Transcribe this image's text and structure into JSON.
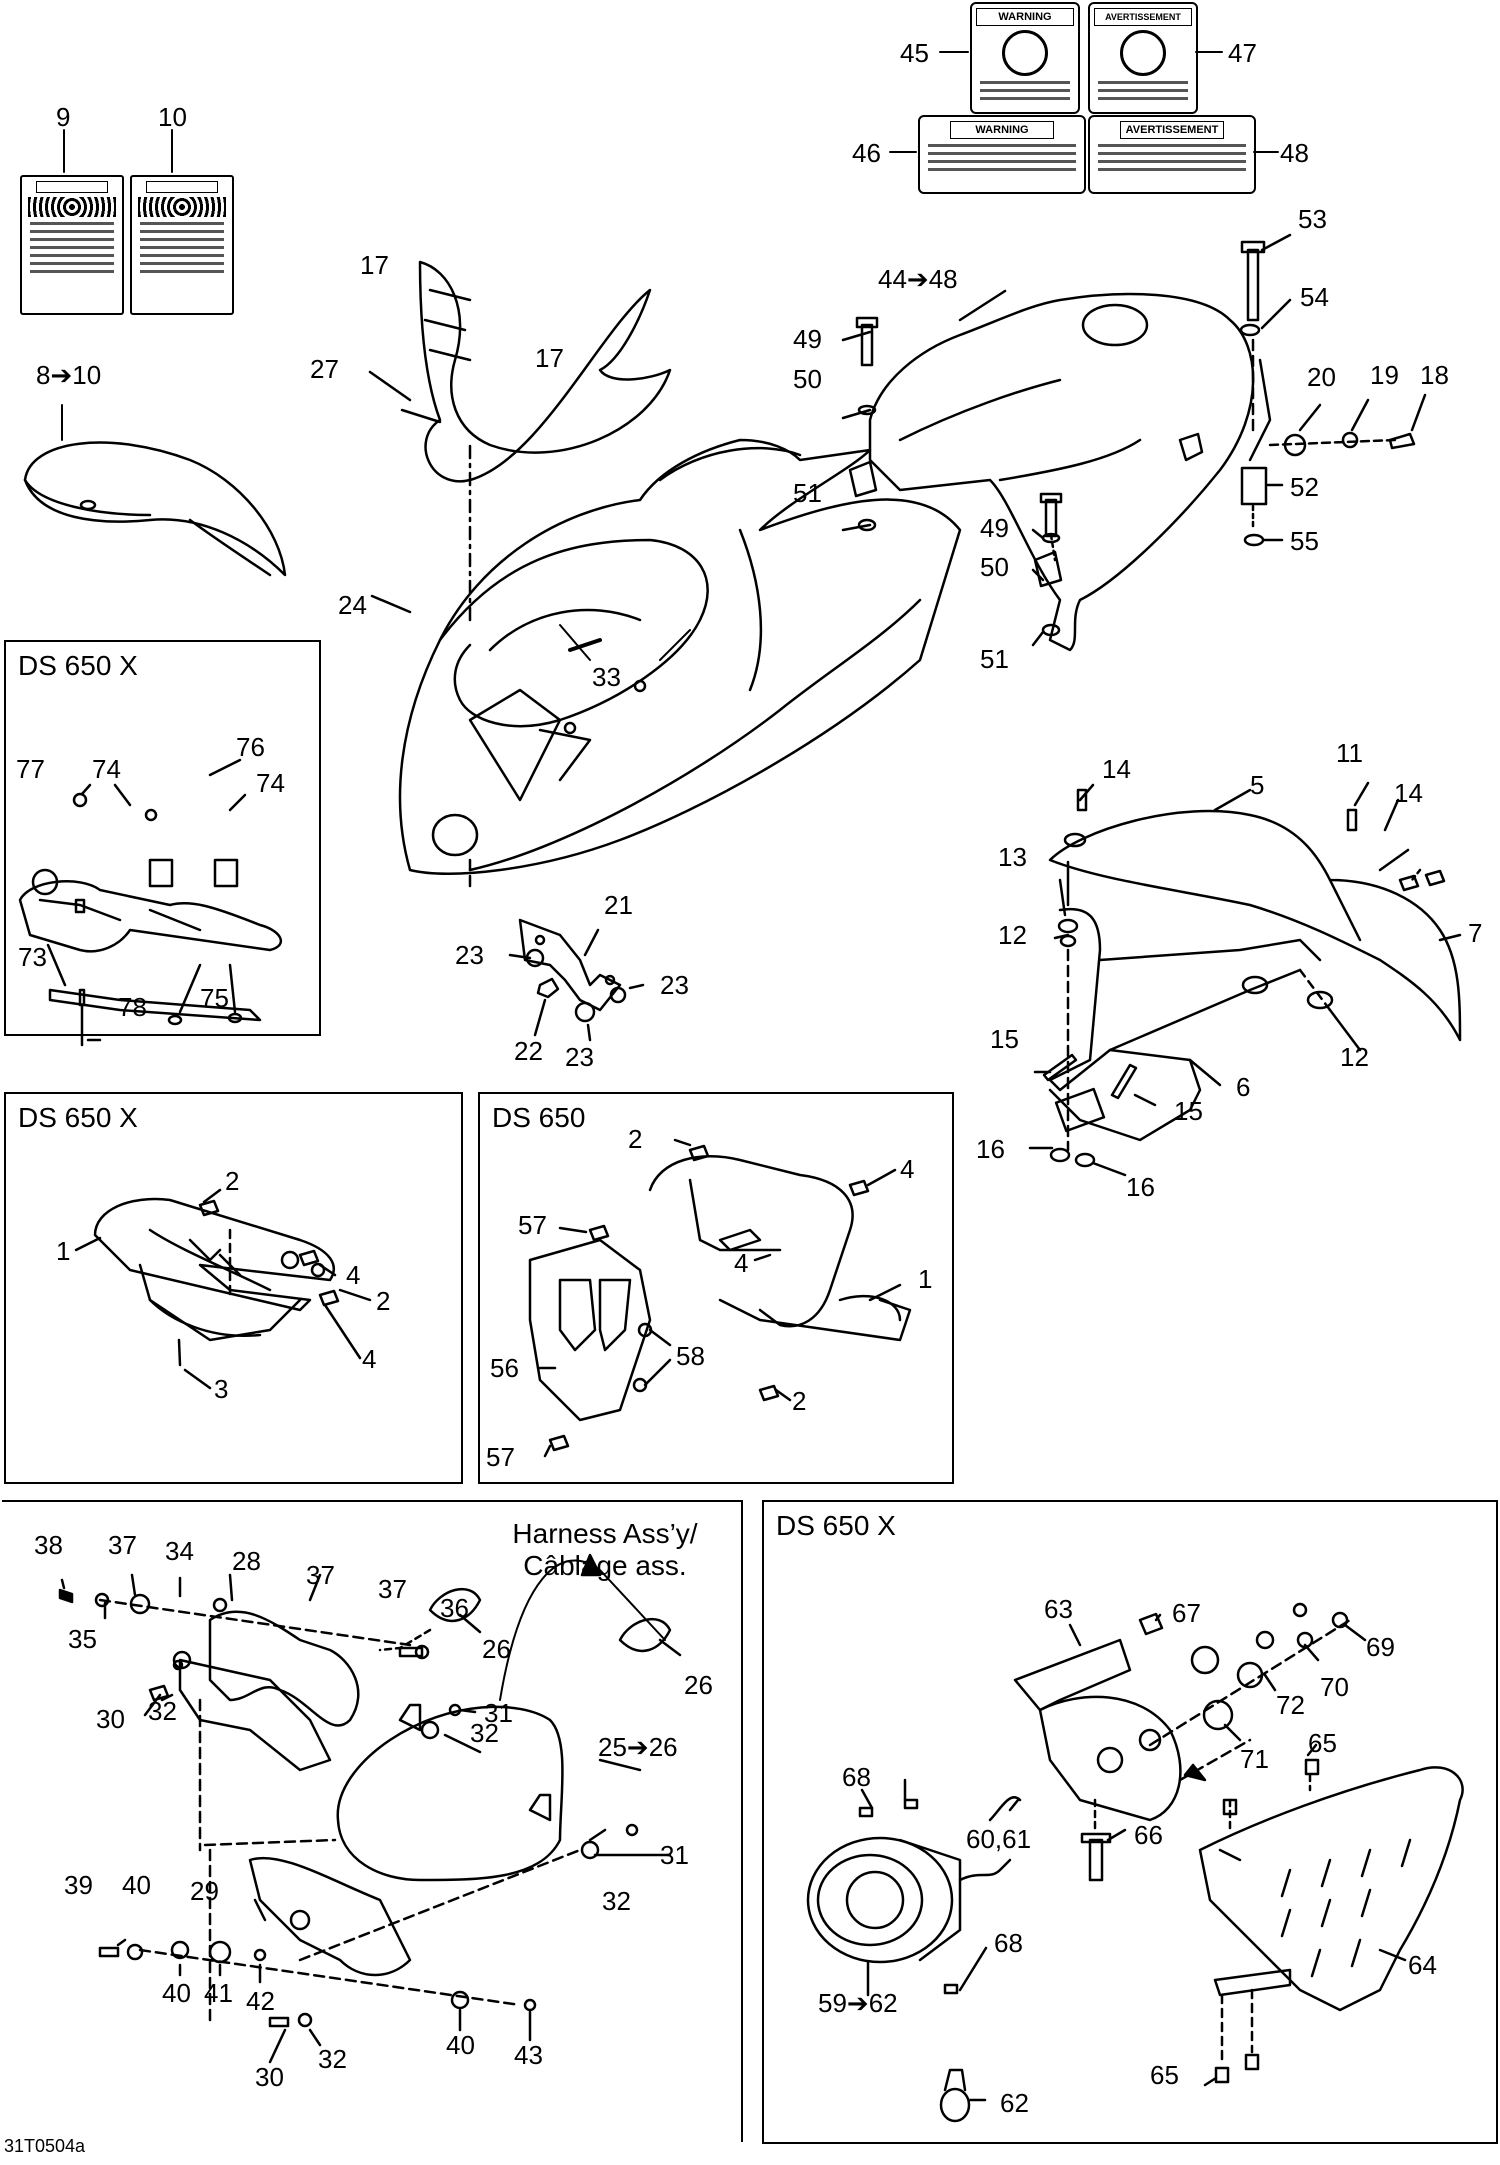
{
  "panels": {
    "ds650x_a": "DS 650 X",
    "ds650x_b": "DS 650 X",
    "ds650": "DS 650",
    "ds650x_c": "DS 650 X"
  },
  "decals": {
    "warning": "WARNING",
    "avertissement": "AVERTISSEMENT"
  },
  "harness": {
    "line1": "Harness Ass’y/",
    "line2": "Câblage ass."
  },
  "figure_code": "31T0504a",
  "callouts": {
    "c45": "45",
    "c47": "47",
    "c46": "46",
    "c48": "48",
    "c9": "9",
    "c10": "10",
    "c8_10": "8➔10",
    "c17a": "17",
    "c17b": "17",
    "c27": "27",
    "c24": "24",
    "c33": "33",
    "c44_48": "44➔48",
    "c49a": "49",
    "c50a": "50",
    "c51a": "51",
    "c49b": "49",
    "c50b": "50",
    "c51b": "51",
    "c53": "53",
    "c54": "54",
    "c20": "20",
    "c19": "19",
    "c18": "18",
    "c52": "52",
    "c55": "55",
    "c77": "77",
    "c74a": "74",
    "c76": "76",
    "c74b": "74",
    "c73": "73",
    "c75": "75",
    "c78": "78",
    "c21": "21",
    "c23a": "23",
    "c23b": "23",
    "c22": "22",
    "c23c": "23",
    "c14a": "14",
    "c5": "5",
    "c11": "11",
    "c14b": "14",
    "c13": "13",
    "c12a": "12",
    "c7": "7",
    "c15a": "15",
    "c12b": "12",
    "c6": "6",
    "c15b": "15",
    "c16a": "16",
    "c16b": "16",
    "x_c2a": "2",
    "x_c1": "1",
    "x_c4a": "4",
    "x_c2b": "2",
    "x_c4b": "4",
    "x_c3": "3",
    "d_c2a": "2",
    "d_c4a": "4",
    "d_c57a": "57",
    "d_c4b": "4",
    "d_c1": "1",
    "d_c58": "58",
    "d_c56": "56",
    "d_c2b": "2",
    "d_c57b": "57",
    "h_c38": "38",
    "h_c37a": "37",
    "h_c34": "34",
    "h_c28": "28",
    "h_c37b": "37",
    "h_c37c": "37",
    "h_c36": "36",
    "h_c35": "35",
    "h_c26a": "26",
    "h_c26b": "26",
    "h_c30a": "30",
    "h_c32a": "32",
    "h_c31a": "31",
    "h_c32b": "32",
    "h_c25_26": "25➔26",
    "h_c31b": "31",
    "h_c32c": "32",
    "h_c39": "39",
    "h_c40a": "40",
    "h_c29": "29",
    "h_c40b": "40",
    "h_c41": "41",
    "h_c42": "42",
    "h_c40c": "40",
    "h_c43": "43",
    "h_c30b": "30",
    "h_c32d": "32",
    "l_c63": "63",
    "l_c67": "67",
    "l_c69": "69",
    "l_c70": "70",
    "l_c72": "72",
    "l_c71": "71",
    "l_c65a": "65",
    "l_c68a": "68",
    "l_c60_61": "60,61",
    "l_c66": "66",
    "l_c68b": "68",
    "l_c64": "64",
    "l_c59_62": "59➔62",
    "l_c65b": "65",
    "l_c62": "62"
  }
}
